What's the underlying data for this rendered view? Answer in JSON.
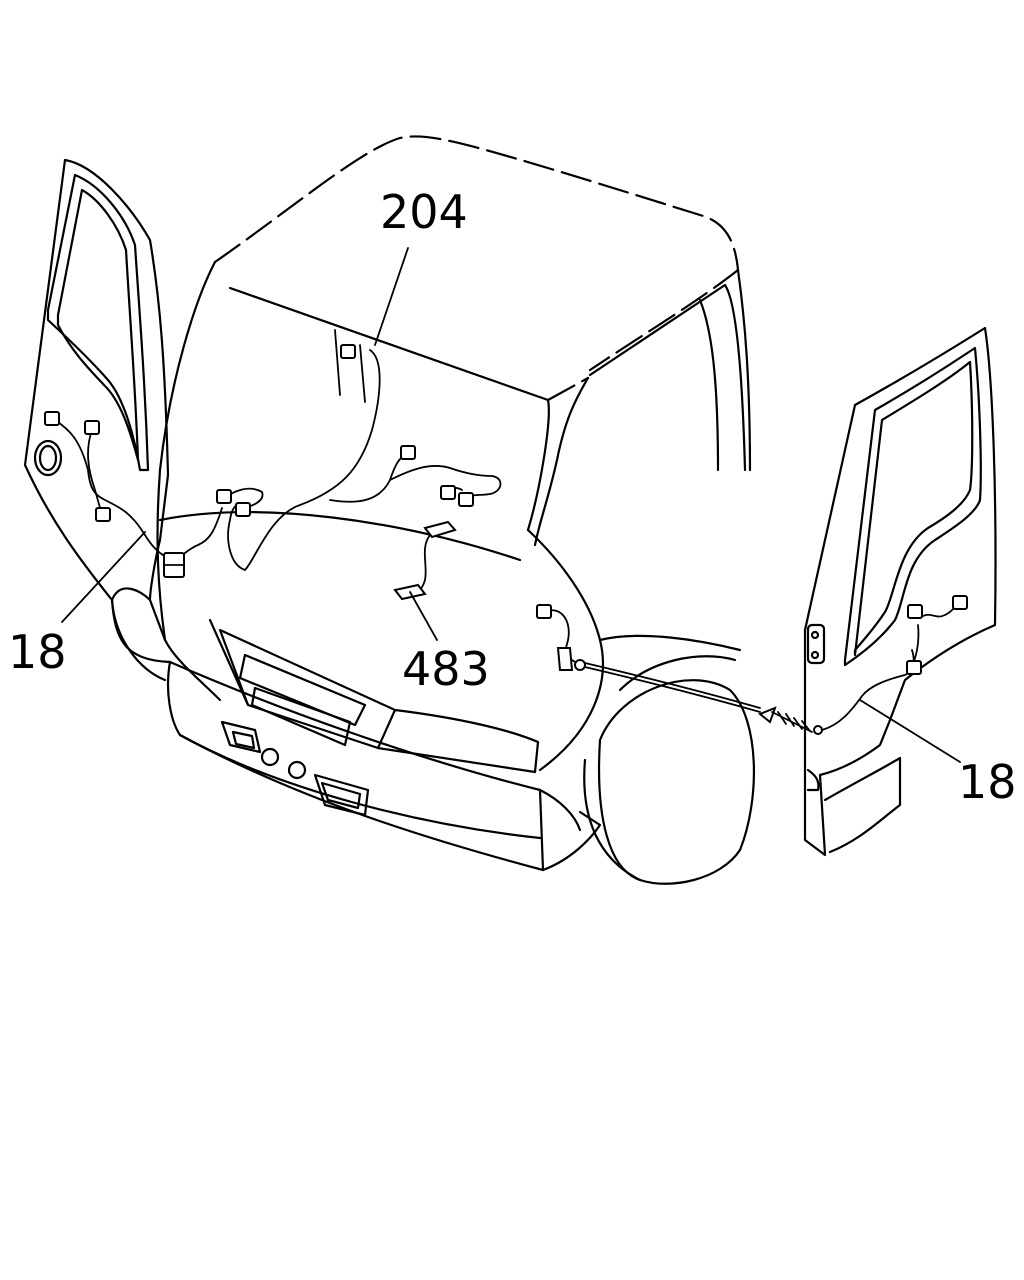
{
  "callouts": {
    "part_204": "204",
    "part_18_left": "18",
    "part_483": "483",
    "part_18_right": "18"
  }
}
